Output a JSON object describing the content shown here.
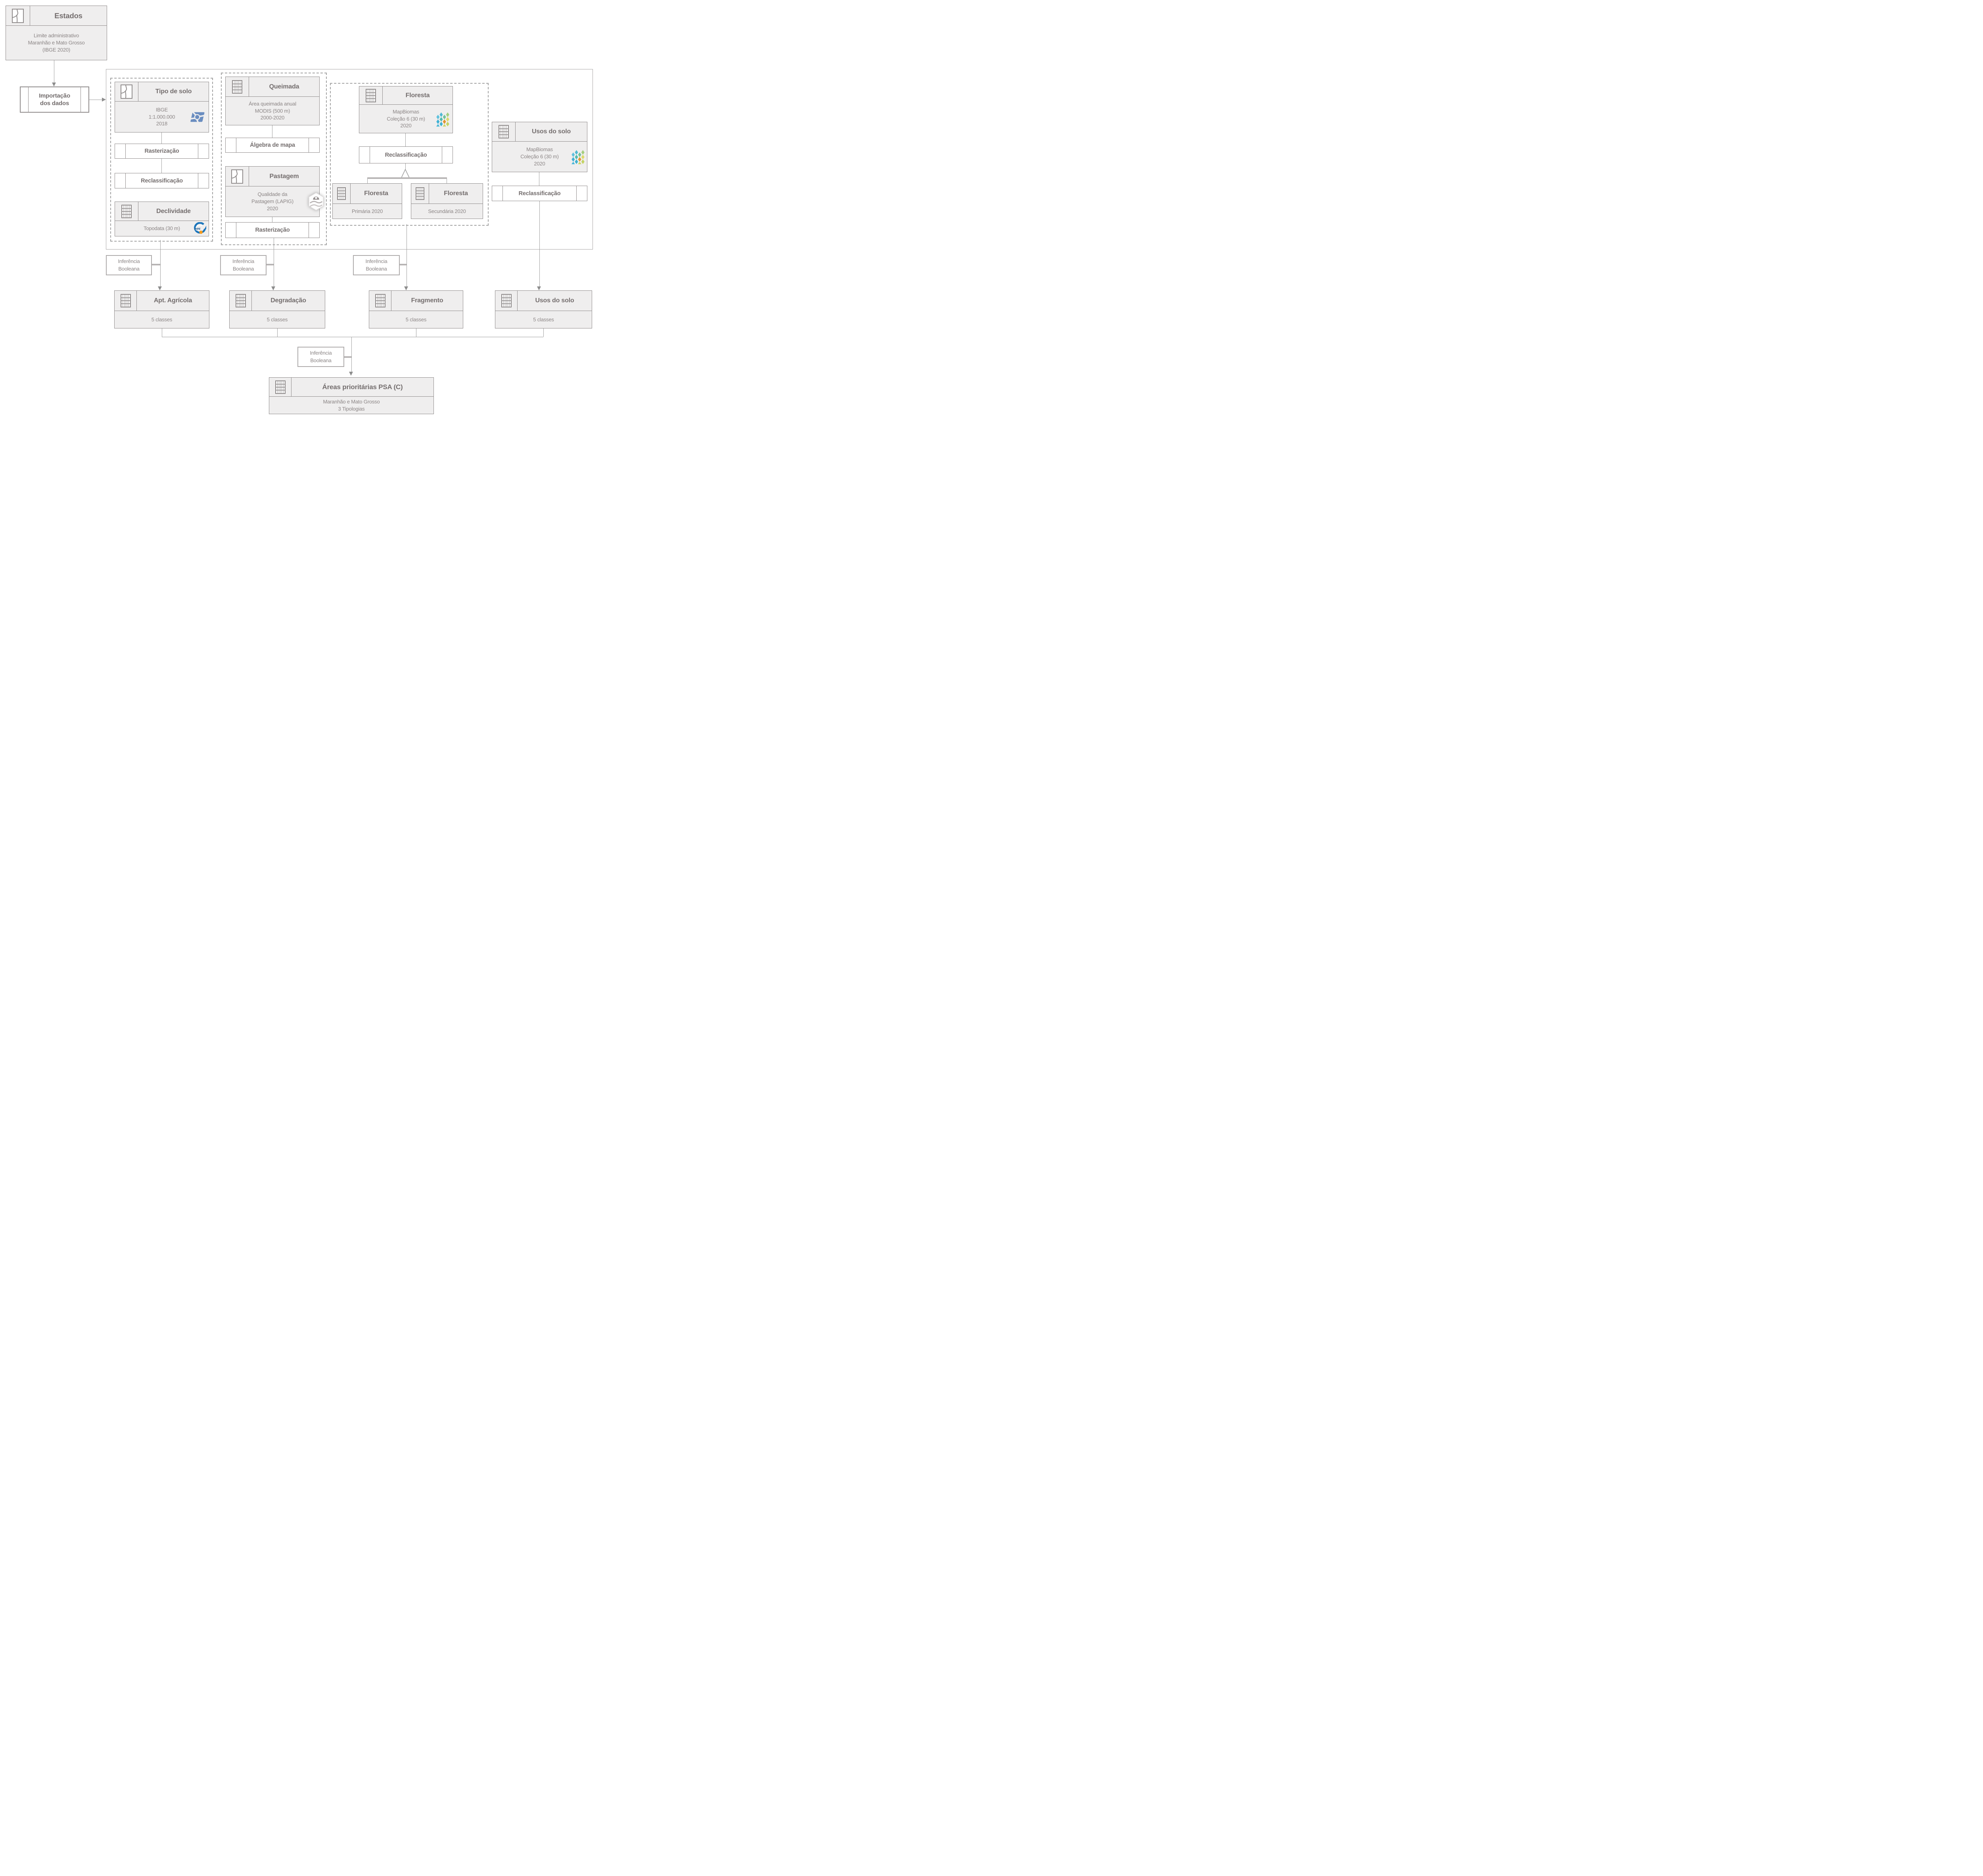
{
  "palette": {
    "box_fill": "#efeeee",
    "box_border": "#8f8b8b",
    "title_text": "#756f6f",
    "body_text": "#8b8585",
    "line": "#9e9e9e",
    "dashed_border": "#a3a3a3",
    "ibge_blue": "#6a8dc0",
    "inpe_blue": "#1b75bb",
    "inpe_orange": "#f49a1c",
    "mapbiomas_orange": "#e3952f"
  },
  "nodes": {
    "estados": {
      "title": "Estados",
      "body": "Limite administrativo\nMaranhão e Mato Grosso\n(IBGE 2020)"
    },
    "importacao": {
      "label": "Importação\ndos dados"
    },
    "tipo_solo": {
      "title": "Tipo de solo",
      "body": "IBGE\n1:1.000.000\n2018"
    },
    "rasterizacao_solo": {
      "label": "Rasterização"
    },
    "reclassificacao_solo": {
      "label": "Reclassificação"
    },
    "declividade": {
      "title": "Declividade",
      "body": "Topodata (30 m)"
    },
    "queimada": {
      "title": "Queimada",
      "body": "Área queimada anual\nMODIS (500 m)\n2000-2020"
    },
    "algebra_mapa": {
      "label": "Álgebra de mapa"
    },
    "pastagem": {
      "title": "Pastagem",
      "body": "Qualidade da\nPastagem (LAPIG)\n2020"
    },
    "rasterizacao_pastagem": {
      "label": "Rasterização"
    },
    "floresta": {
      "title": "Floresta",
      "body": "MapBiomas\nColeção 6 (30 m)\n2020"
    },
    "reclassificacao_floresta": {
      "label": "Reclassificação"
    },
    "floresta_primaria": {
      "title": "Floresta",
      "body": "Primária 2020"
    },
    "floresta_secundaria": {
      "title": "Floresta",
      "body": "Secundária 2020"
    },
    "usos_solo_fonte": {
      "title": "Usos do solo",
      "body": "MapBiomas\nColeção 6 (30 m)\n2020"
    },
    "reclassificacao_usos": {
      "label": "Reclassificação"
    },
    "inferencia_1": {
      "label": "Inferência\nBooleana"
    },
    "inferencia_2": {
      "label": "Inferência\nBooleana"
    },
    "inferencia_3": {
      "label": "Inferência\nBooleana"
    },
    "inferencia_final": {
      "label": "Inferência\nBooleana"
    },
    "apt_agricola": {
      "title": "Apt. Agrícola",
      "body": "5 classes"
    },
    "degradacao": {
      "title": "Degradação",
      "body": "5 classes"
    },
    "fragmento": {
      "title": "Fragmento",
      "body": "5 classes"
    },
    "usos_solo_saida": {
      "title": "Usos do solo",
      "body": "5 classes"
    },
    "areas_prioritarias": {
      "title": "Áreas prioritárias PSA (C)",
      "body": "Maranhão e Mato Grosso\n3 Tipologias"
    }
  },
  "logos": {
    "inpe": "INPE"
  }
}
